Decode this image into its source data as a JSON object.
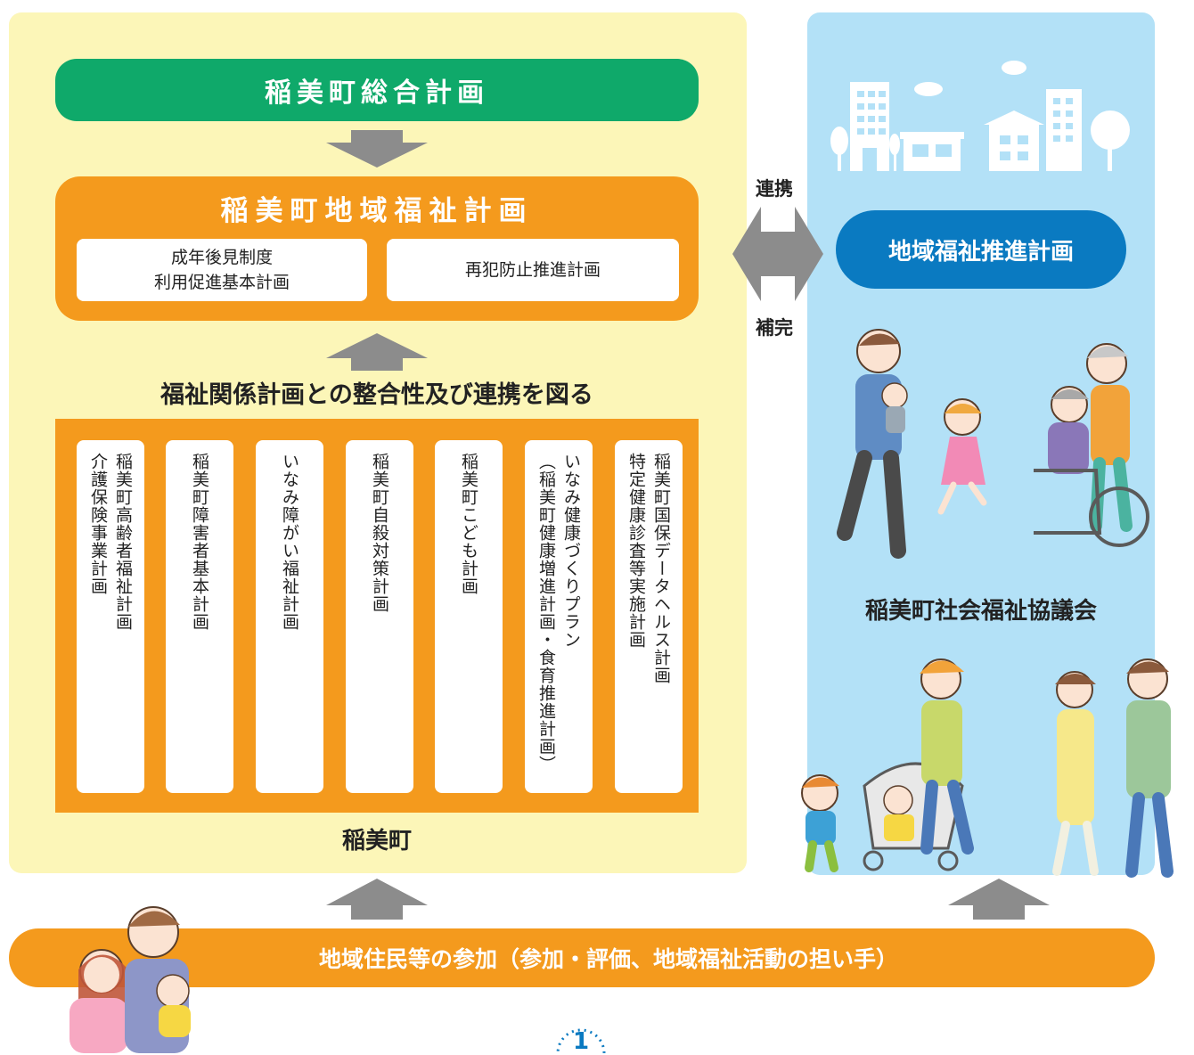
{
  "top_plan": "稲美町総合計画",
  "regional_plan": {
    "title": "稲美町地域福祉計画",
    "sub_left": [
      "成年後見制度",
      "利用促進基本計画"
    ],
    "sub_right": "再犯防止推進計画"
  },
  "integration_caption": "福祉関係計画との整合性及び連携を図る",
  "related_plans": [
    {
      "lines": [
        "稲美町高齢者福祉計画",
        "介護保険事業計画"
      ]
    },
    {
      "lines": [
        "稲美町障害者基本計画"
      ]
    },
    {
      "lines": [
        "いなみ障がい福祉計画"
      ]
    },
    {
      "lines": [
        "稲美町自殺対策計画"
      ]
    },
    {
      "lines": [
        "稲美町こども計画"
      ]
    },
    {
      "lines": [
        "いなみ健康づくりプラン",
        "（稲美町健康増進計画・食育推進計画）"
      ]
    },
    {
      "lines": [
        "稲美町国保データヘルス計画",
        "特定健康診査等実施計画"
      ]
    }
  ],
  "town_label": "稲美町",
  "link_labels": {
    "top": "連携",
    "bottom": "補完"
  },
  "promotion_plan": "地域福祉推進計画",
  "council_label": "稲美町社会福祉協議会",
  "participation_bar": "地域住民等の参加（参加・評価、地域福祉活動の担い手）",
  "page_number": "1",
  "colors": {
    "green": "#0fa96a",
    "orange": "#f49a1d",
    "blue": "#0a7ac1",
    "left_panel": "#fcf6b8",
    "right_panel": "#b3e1f7",
    "arrow_gray": "#8c8c8c"
  }
}
